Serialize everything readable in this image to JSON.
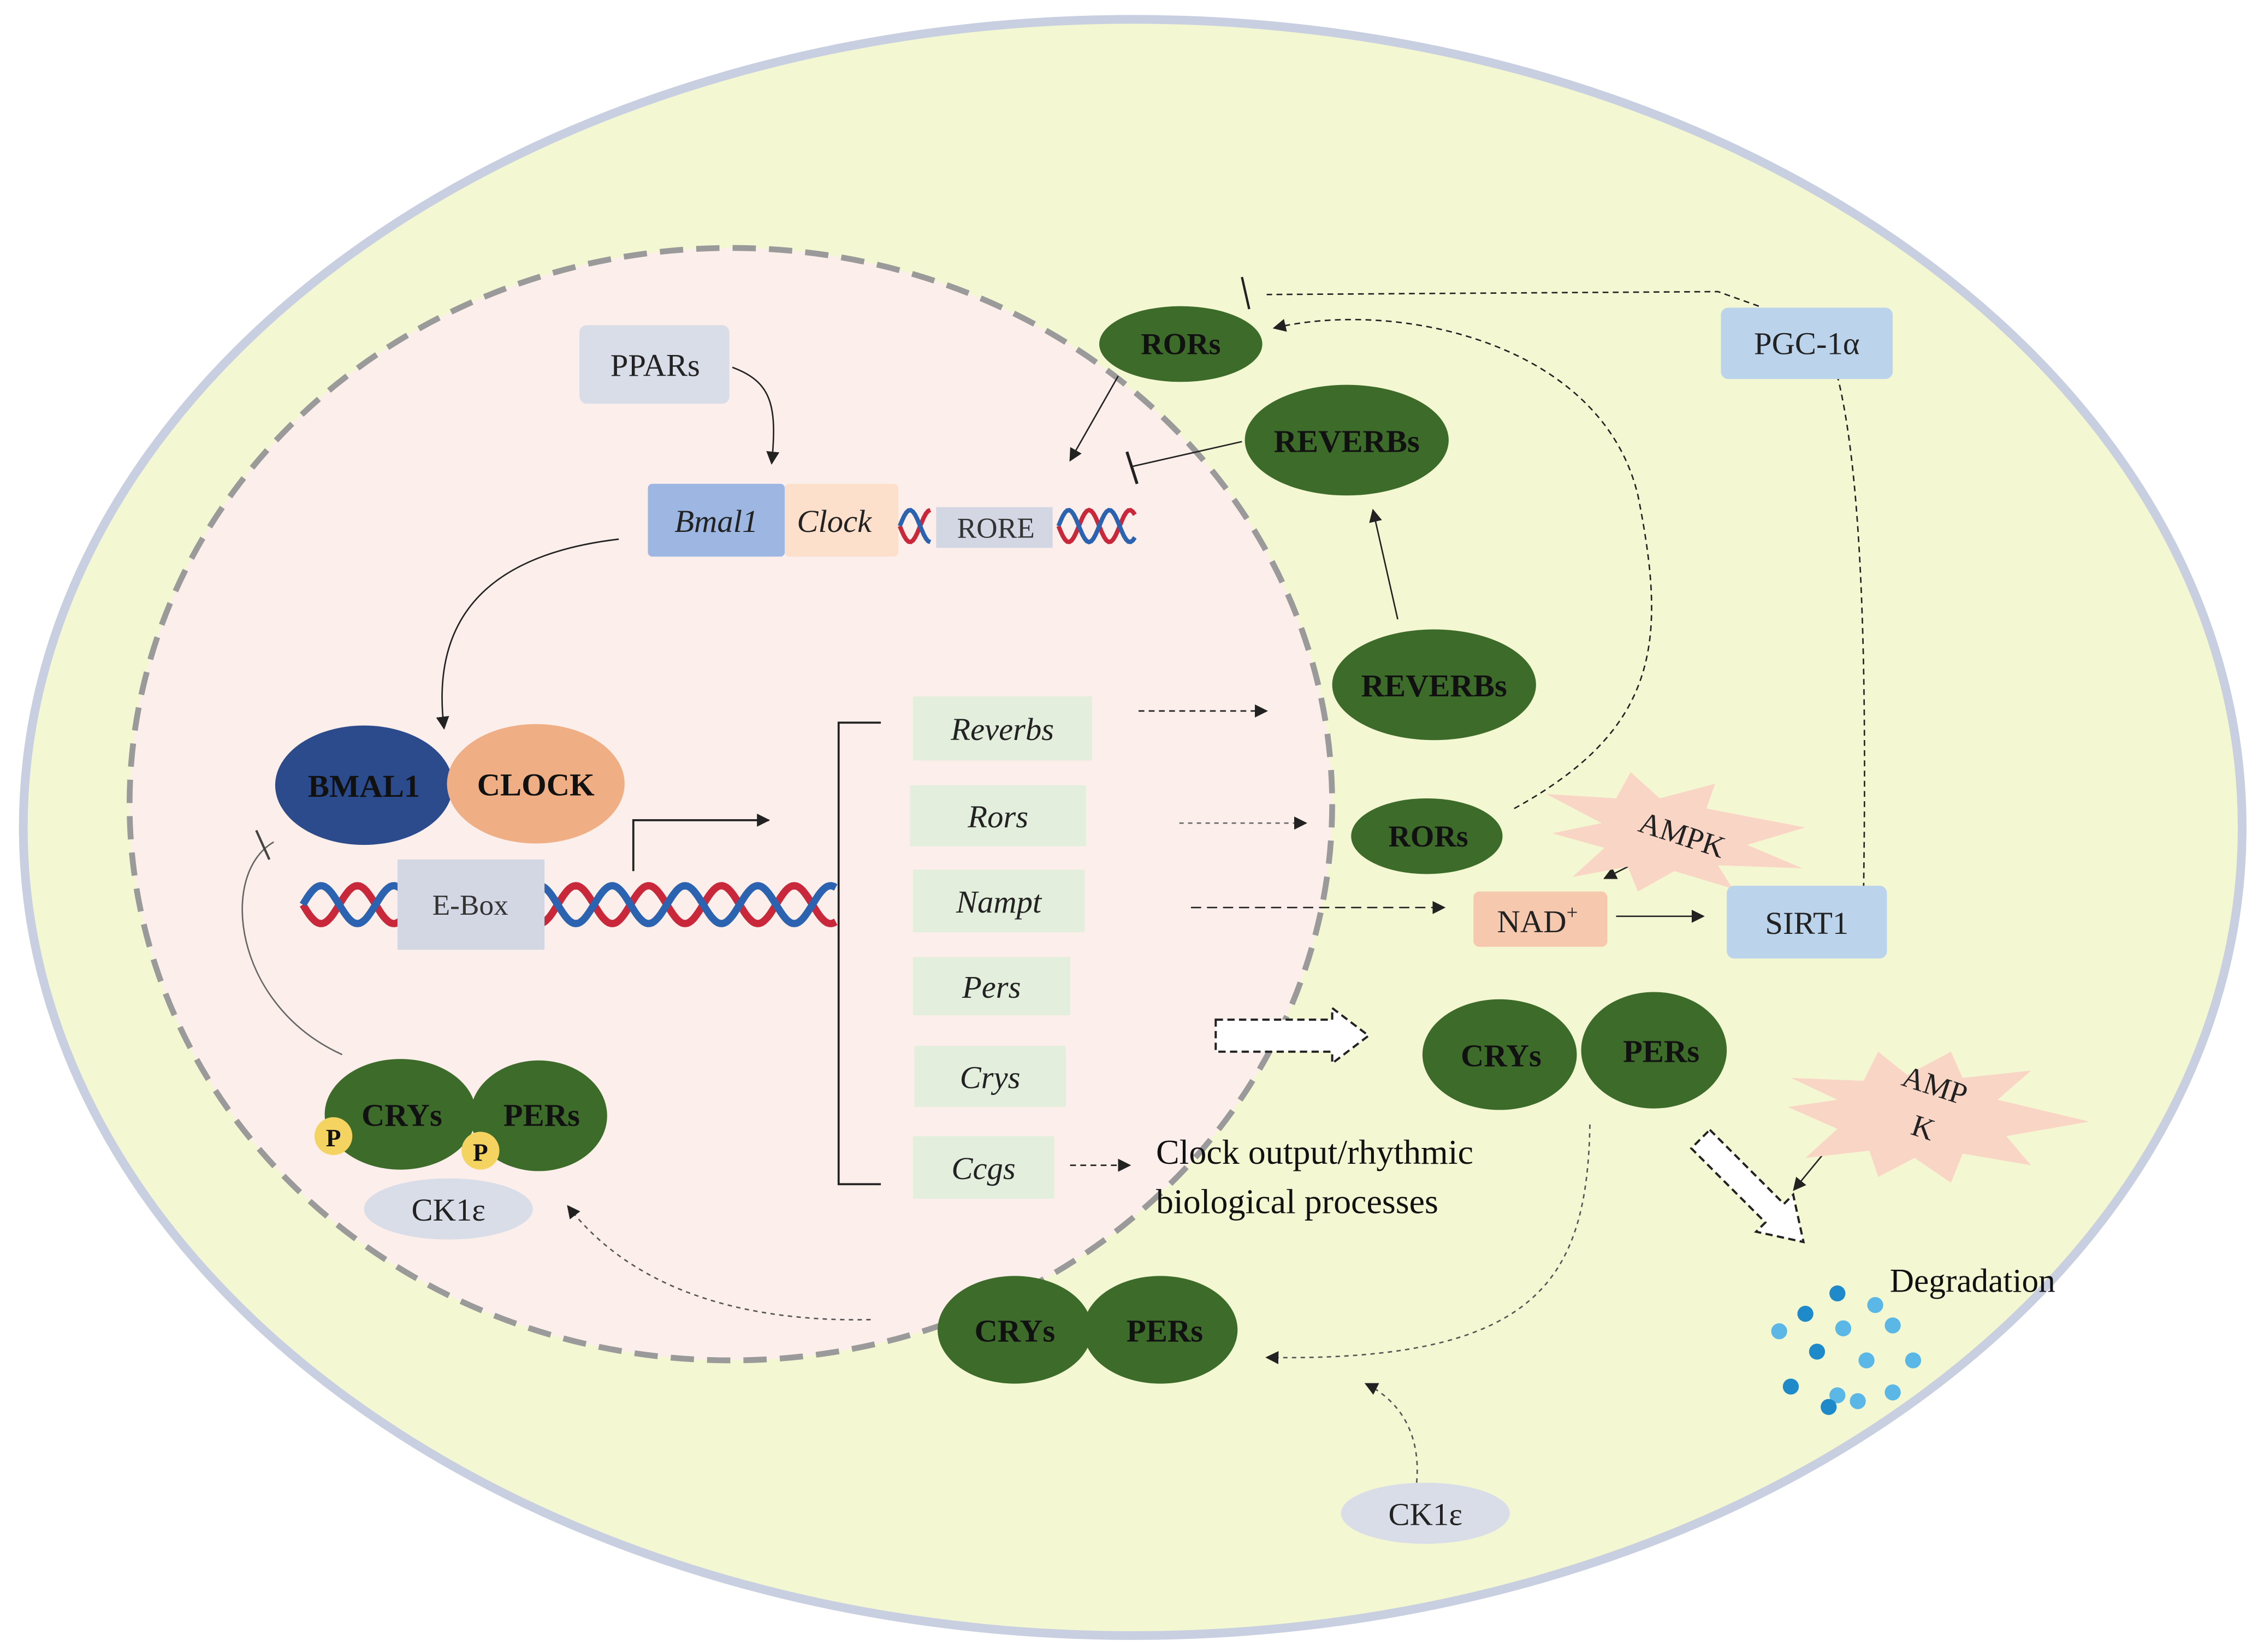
{
  "colors": {
    "cell_fill": "#f4f8d2",
    "cell_border": "#c8cfe0",
    "nucleus_fill": "#fcefeb",
    "nucleus_border": "#9a9a9a",
    "protein_green": "#3d6b2a",
    "bmal1_blue": "#2b4b8c",
    "clock_orange": "#efae84",
    "gene_box": "#e4eedc",
    "gray_box": "#d9dde8",
    "blue_box": "#bcd3ec",
    "nad_fill": "#f6c9ae",
    "phospho_yellow": "#f5d361",
    "dna_red": "#c8283a",
    "dna_blue": "#2c63b0",
    "degradation_dot": "#2a9bd6",
    "starburst": "#f9d5c6"
  },
  "labels": {
    "ppars": "PPARs",
    "bmal1_gene": "Bmal1",
    "clock_gene": "Clock",
    "rore": "RORE",
    "bmal1": "BMAL1",
    "clock": "CLOCK",
    "ebox": "E-Box",
    "rors_top": "RORs",
    "reverbs_upper": "REVERBs",
    "reverbs_lower": "REVERBs",
    "rors_mid": "RORs",
    "pgc1a": "PGC-1α",
    "ampk_top": "AMPK",
    "nad": "NAD",
    "nad_sup": "+",
    "sirt1": "SIRT1",
    "crys_right": "CRYs",
    "pers_right": "PERs",
    "amp_line1": "AMP",
    "amp_line2": "K",
    "degradation": "Degradation",
    "clock_output_line1": "Clock output/rhythmic",
    "clock_output_line2": "biological processes",
    "crys_left": "CRYs",
    "pers_left": "PERs",
    "p1": "P",
    "p2": "P",
    "ck1e_left": "CK1ε",
    "crys_bottom": "CRYs",
    "pers_bottom": "PERs",
    "ck1e_bottom": "CK1ε"
  },
  "genes": [
    "Reverbs",
    "Rors",
    "Nampt",
    "Pers",
    "Crys",
    "Ccgs"
  ]
}
